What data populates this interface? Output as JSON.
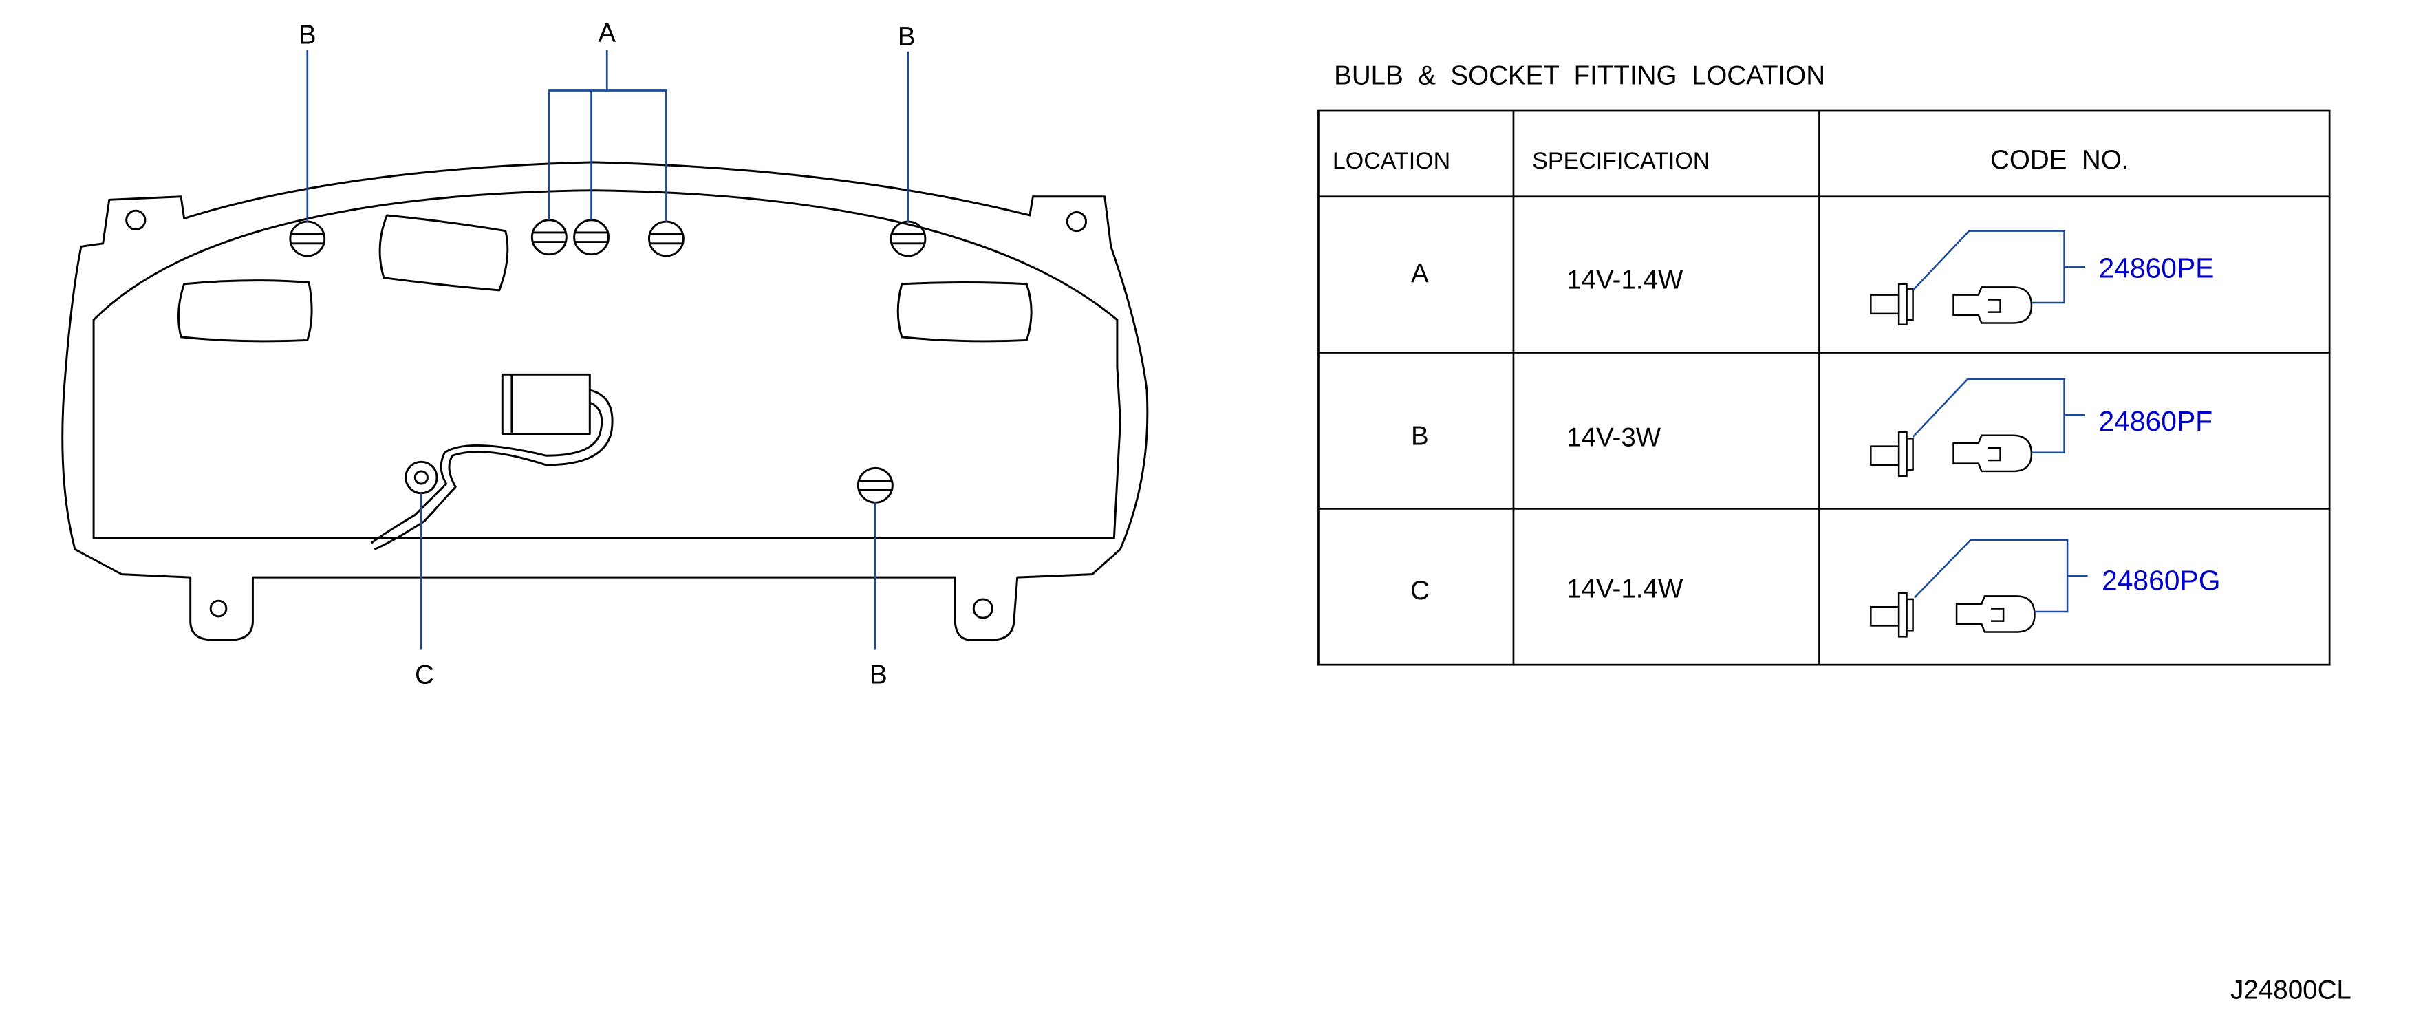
{
  "callouts": {
    "b_top_left": "B",
    "a_top": "A",
    "b_top_right": "B",
    "c_bottom": "C",
    "b_bottom": "B"
  },
  "table": {
    "title": "BULB  &  SOCKET  FITTING  LOCATION",
    "headers": [
      "LOCATION",
      "SPECIFICATION",
      "CODE  NO."
    ],
    "rows": [
      {
        "location": "A",
        "specification": "14V-1.4W",
        "code": "24860PE"
      },
      {
        "location": "B",
        "specification": "14V-3W",
        "code": "24860PF"
      },
      {
        "location": "C",
        "specification": "14V-1.4W",
        "code": "24860PG"
      }
    ]
  },
  "reference": "J24800CL",
  "colors": {
    "outline": "#000000",
    "leader": "#1a4aa0",
    "code": "#0000cc"
  },
  "icons": {
    "bulb": "wedge-bulb-icon",
    "socket": "bulb-socket-icon"
  }
}
